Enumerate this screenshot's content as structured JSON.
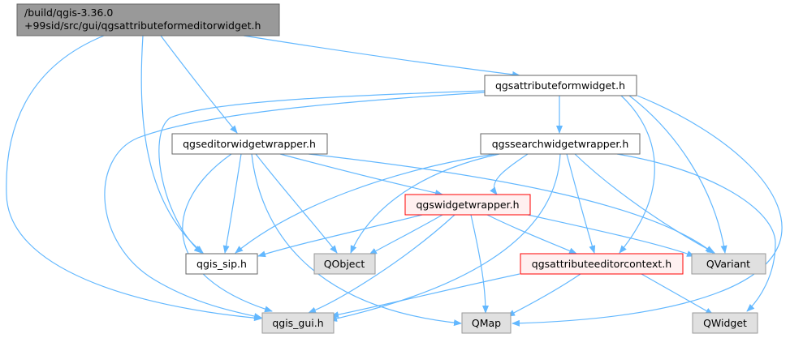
{
  "diagram": {
    "nodes": {
      "root_line1": "/build/qgis-3.36.0",
      "root_line2": "+99sid/src/gui/qgsattributeformeditorwidget.h",
      "attributeformwidget": "qgsattributeformwidget.h",
      "editorwidgetwrapper": "qgseditorwidgetwrapper.h",
      "searchwidgetwrapper": "qgssearchwidgetwrapper.h",
      "widgetwrapper": "qgswidgetwrapper.h",
      "qgis_sip": "qgis_sip.h",
      "qobject": "QObject",
      "attributeeditorcontext": "qgsattributeeditorcontext.h",
      "qvariant": "QVariant",
      "qgis_gui": "qgis_gui.h",
      "qmap": "QMap",
      "qwidget": "QWidget"
    },
    "colors": {
      "root_fill": "#999999",
      "documented_fill": "#ffffff",
      "documented_border": "#666666",
      "highlight_fill": "#fff0f0",
      "highlight_border": "#ff0000",
      "external_fill": "#e0e0e0",
      "external_border": "#999999",
      "edge": "#63b8ff"
    }
  }
}
